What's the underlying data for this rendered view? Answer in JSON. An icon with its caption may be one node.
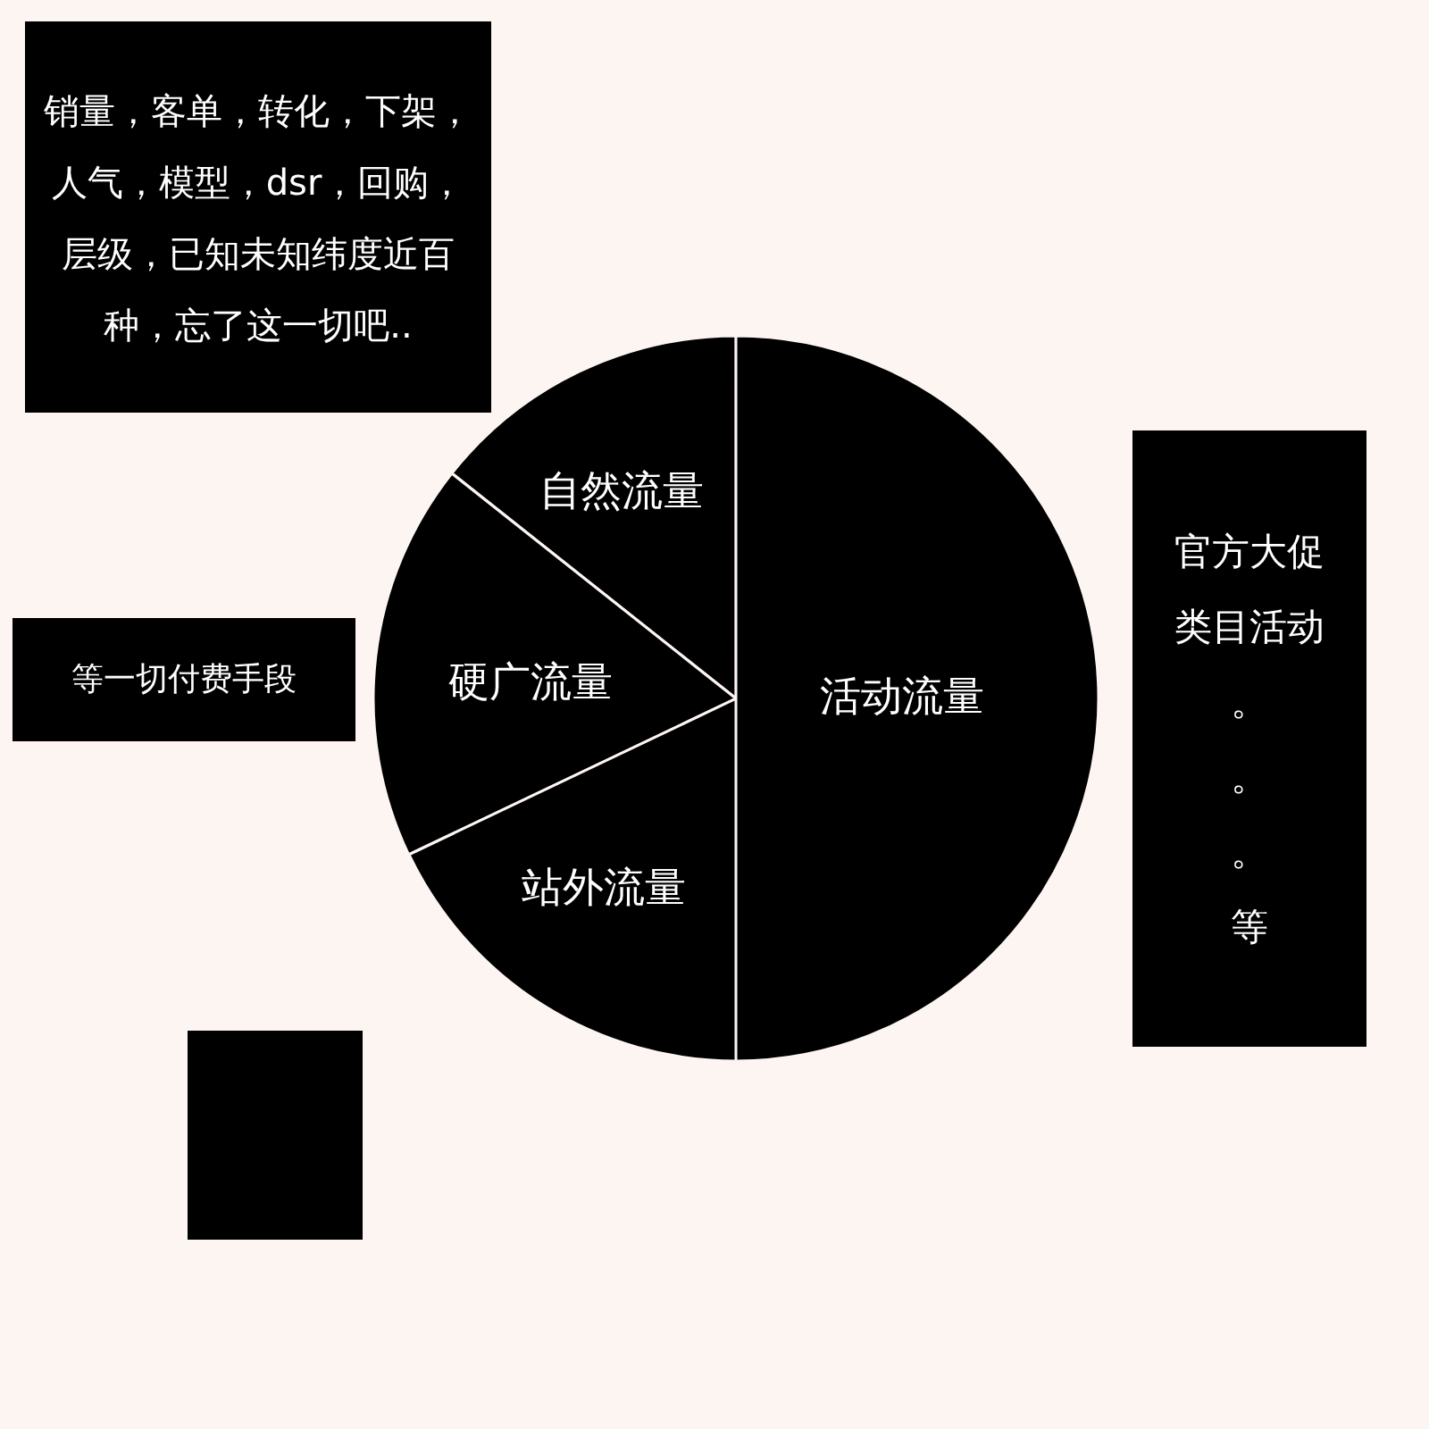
{
  "diagram": {
    "nodes": [
      {
        "text": [
          "销量，客单，转化，下架，人气，模型，dsr，回购，层级，已知未知纬度近百种，忘了这一切吧.."
        ]
      },
      {
        "text": [
          "自然流量"
        ]
      },
      {
        "text": [
          "硬广流量"
        ]
      },
      {
        "text": [
          "站外流量"
        ]
      },
      {
        "text": [
          "活动流量"
        ]
      },
      {
        "text": [
          "等一切付费手段"
        ]
      },
      {
        "text": [
          "官方大促",
          "类目活动",
          "。",
          "。",
          "。",
          "等"
        ]
      },
      {
        "text": [],
        "shape": "box"
      }
    ]
  }
}
